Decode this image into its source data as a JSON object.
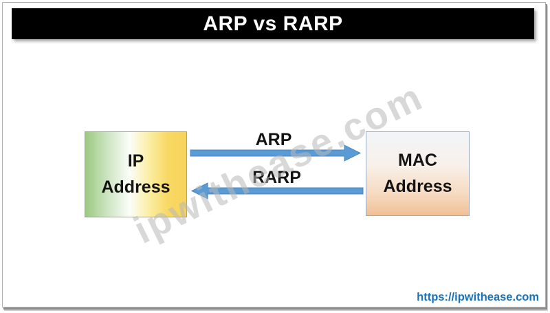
{
  "header": {
    "title": "ARP vs RARP"
  },
  "diagram": {
    "ip_node": {
      "line1": "IP",
      "line2": "Address"
    },
    "mac_node": {
      "line1": "MAC",
      "line2": "Address"
    },
    "arp_arrow": {
      "label": "ARP",
      "direction": "left-to-right",
      "from": "IP Address",
      "to": "MAC Address"
    },
    "rarp_arrow": {
      "label": "RARP",
      "direction": "right-to-left",
      "from": "MAC Address",
      "to": "IP Address"
    }
  },
  "watermark": {
    "text": "ipwithease.com"
  },
  "footer": {
    "link": "https://ipwithease.com"
  },
  "colors": {
    "title_bar_bg": "#000000",
    "title_text": "#ffffff",
    "arrow_blue": "#5b9bd5",
    "arrow_edge": "#4a86be",
    "ip_gradient_left": "#9cc981",
    "ip_gradient_right": "#f7d45c",
    "mac_gradient_top": "#f1f5f9",
    "mac_gradient_bottom": "#f1c096",
    "link_blue": "#1c72b8",
    "watermark_gray": "#b9b9b9"
  }
}
